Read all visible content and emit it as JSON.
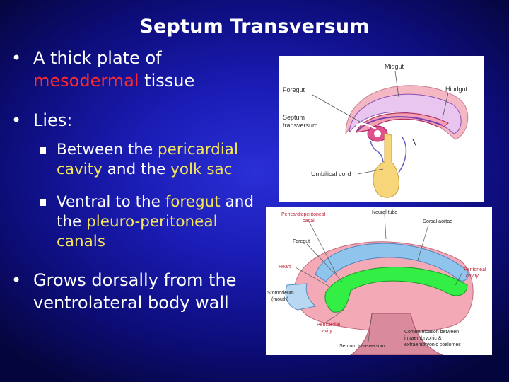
{
  "slide": {
    "title": "Septum Transversum",
    "bullet_marker": "•",
    "sub_marker": "▪",
    "bullet1": {
      "part1": "A thick plate of",
      "part2": "mesodermal",
      "part3": " tissue"
    },
    "bullet2": {
      "text": "Lies:"
    },
    "sub1": {
      "part1": "Between the ",
      "part2": "pericardial cavity",
      "part3": " and the ",
      "part4": "yolk sac"
    },
    "sub2": {
      "part1": "Ventral to the ",
      "part2": "foregut",
      "part3": " and the ",
      "part4": "pleuro-peritoneal canals"
    },
    "bullet3": {
      "text": "Grows dorsally from the ventrolateral body wall"
    },
    "colors": {
      "background": "#1a1cb4",
      "highlight_red": "#ff2a2a",
      "highlight_yellow": "#f5e55a"
    }
  },
  "figure1": {
    "labels": {
      "midgut": "Midgut",
      "foregut": "Foregut",
      "hindgut": "Hindgut",
      "septum1": "Septum",
      "septum2": "transversum",
      "umbilical": "Umbilical cord"
    }
  },
  "figure2": {
    "labels": {
      "pericardioperitoneal1": "Pericardioperitoneal",
      "pericardioperitoneal2": "canal",
      "neural_tube": "Neural tube",
      "dorsal_aortae": "Dorsal aortae",
      "foregut": "Foregut",
      "heart": "Heart",
      "stomodeum1": "Stomodeum",
      "stomodeum2": "(mouth)",
      "peritoneal1": "Peritoneal",
      "peritoneal2": "cavity",
      "pericardial1": "Pericardial",
      "pericardial2": "cavity",
      "communication1": "Communication between",
      "communication2": "intraembryonic &",
      "communication3": "extraembryonic coelomes",
      "septum_transversum": "Septum transversum"
    }
  }
}
